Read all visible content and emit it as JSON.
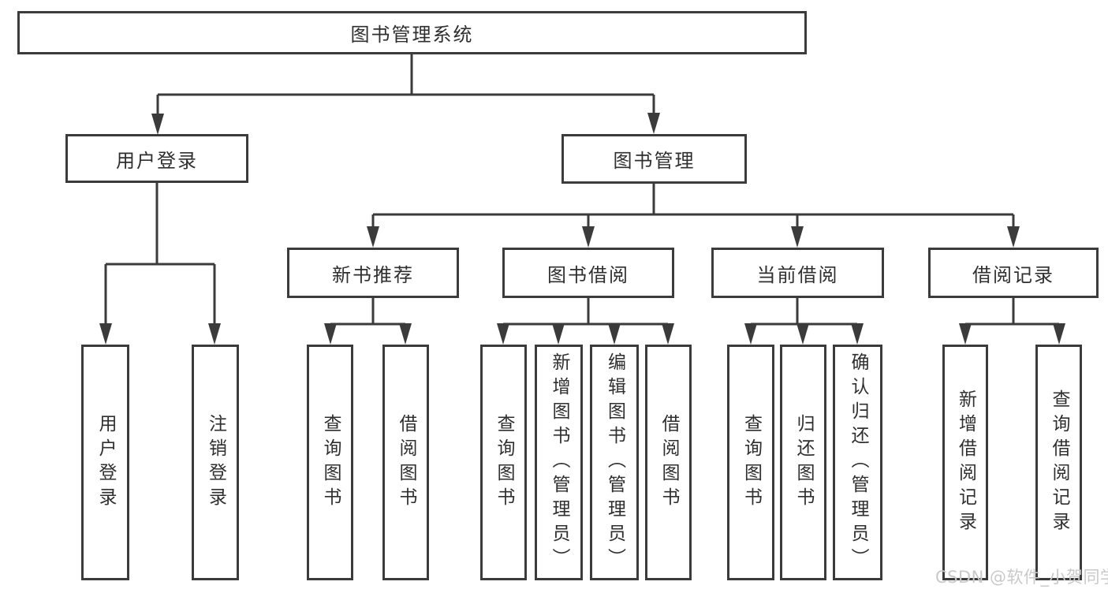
{
  "diagram": {
    "type": "hierarchy-tree",
    "title": "图书管理系统",
    "colors": {
      "line": "#3b3b3b",
      "box_border": "#3b3b3b",
      "text": "#2f2f2f",
      "watermark": "#c9c9c9",
      "background": "#ffffff"
    },
    "nodes": {
      "root": {
        "label": "图书管理系统"
      },
      "level2": [
        {
          "label": "用户登录"
        },
        {
          "label": "图书管理"
        }
      ],
      "level3": [
        {
          "label": "新书推荐"
        },
        {
          "label": "图书借阅"
        },
        {
          "label": "当前借阅"
        },
        {
          "label": "借阅记录"
        }
      ],
      "leaves": [
        {
          "label": "用户登录"
        },
        {
          "label": "注销登录"
        },
        {
          "label": "查询图书"
        },
        {
          "label": "借阅图书"
        },
        {
          "label": "查询图书"
        },
        {
          "label": "新增图书（管理员）"
        },
        {
          "label": "编辑图书（管理员）"
        },
        {
          "label": "借阅图书"
        },
        {
          "label": "查询图书"
        },
        {
          "label": "归还图书"
        },
        {
          "label": "确认归还（管理员）"
        },
        {
          "label": "新增借阅记录"
        },
        {
          "label": "查询借阅记录"
        }
      ]
    },
    "structure": {
      "图书管理系统": [
        "用户登录",
        "图书管理"
      ],
      "用户登录": [
        "用户登录",
        "注销登录"
      ],
      "图书管理": [
        "新书推荐",
        "图书借阅",
        "当前借阅",
        "借阅记录"
      ],
      "新书推荐": [
        "查询图书",
        "借阅图书"
      ],
      "图书借阅": [
        "查询图书",
        "新增图书（管理员）",
        "编辑图书（管理员）",
        "借阅图书"
      ],
      "当前借阅": [
        "查询图书",
        "归还图书",
        "确认归还（管理员）"
      ],
      "借阅记录": [
        "新增借阅记录",
        "查询借阅记录"
      ]
    },
    "watermark": {
      "text": "CSDN @软件_小贺同学"
    }
  }
}
